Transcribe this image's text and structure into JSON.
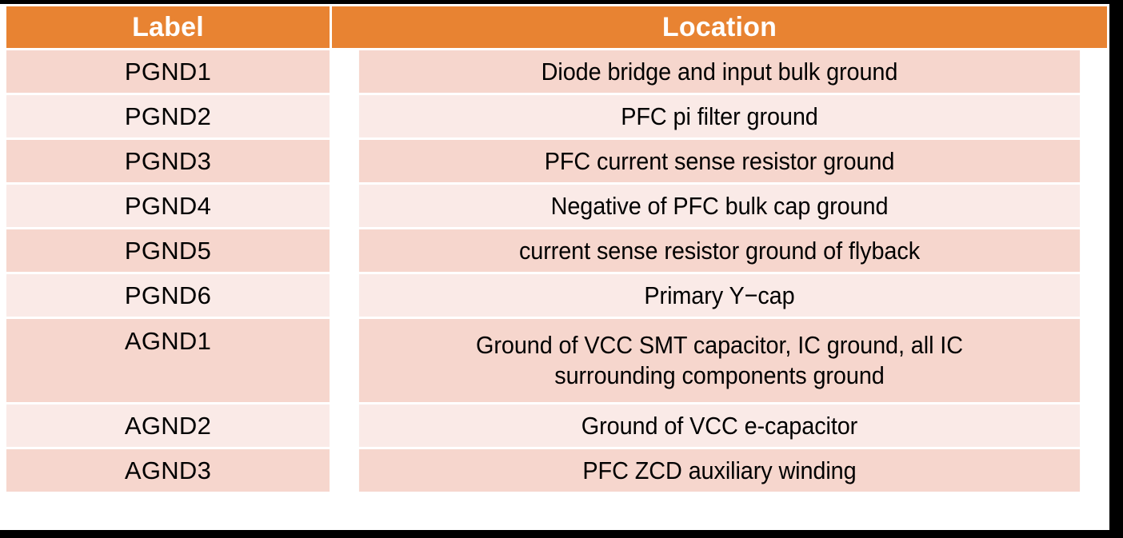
{
  "table": {
    "columns": [
      {
        "key": "label",
        "header": "Label"
      },
      {
        "key": "location",
        "header": "Location"
      }
    ],
    "header_bg": "#E88332",
    "header_text_color": "#FFFFFF",
    "row_bg_dark": "#F6D6CD",
    "row_bg_light": "#FAEAE7",
    "border_color": "#000000",
    "rows": [
      {
        "label": "PGND1",
        "location": "Diode bridge and input bulk ground"
      },
      {
        "label": "PGND2",
        "location": "PFC pi filter ground"
      },
      {
        "label": "PGND3",
        "location": "PFC current sense resistor ground"
      },
      {
        "label": "PGND4",
        "location": "Negative of PFC bulk cap ground"
      },
      {
        "label": "PGND5",
        "location": "current sense resistor ground of flyback"
      },
      {
        "label": "PGND6",
        "location": "Primary Y−cap"
      },
      {
        "label": "AGND1",
        "location_line1": "Ground of VCC SMT capacitor, IC ground, all IC",
        "location_line2": "surrounding components ground"
      },
      {
        "label": "AGND2",
        "location": "Ground of VCC e-capacitor"
      },
      {
        "label": "AGND3",
        "location": "PFC ZCD auxiliary winding"
      }
    ]
  }
}
